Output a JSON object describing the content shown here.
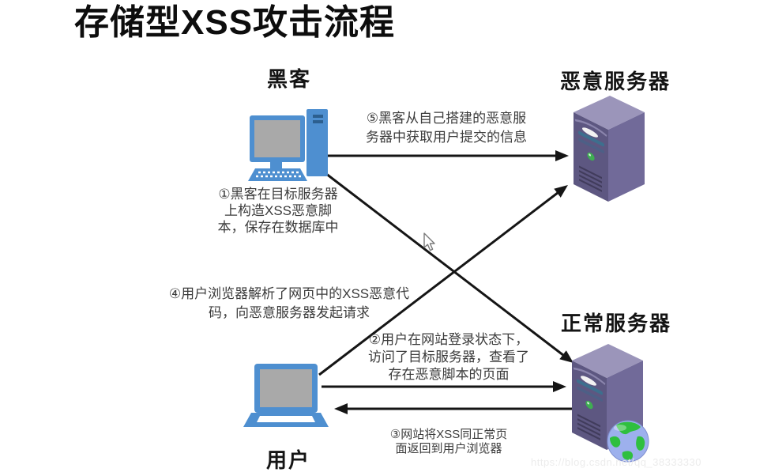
{
  "title": "存储型XSS攻击流程",
  "nodes": {
    "hacker": {
      "label": "黑客",
      "icon": "desktop-computer-icon",
      "color": "#4E8FD0"
    },
    "malicious_server": {
      "label": "恶意服务器",
      "icon": "server-tower-icon",
      "color": "#5D5781"
    },
    "normal_server": {
      "label": "正常服务器",
      "icon": "server-tower-with-globe-icon",
      "color": "#5D5781"
    },
    "user": {
      "label": "用户",
      "icon": "laptop-icon",
      "color": "#4E8FD0"
    }
  },
  "steps": {
    "step1": {
      "text": "①黑客在目标服务器\n上构造XSS恶意脚\n本，保存在数据库中",
      "from": "黑客",
      "to": "正常服务器"
    },
    "step2": {
      "text": "②用户在网站登录状态下，\n访问了目标服务器，查看了\n存在恶意脚本的页面",
      "from": "用户",
      "to": "正常服务器"
    },
    "step3": {
      "text": "③网站将XSS同正常页\n面返回到用户浏览器",
      "from": "正常服务器",
      "to": "用户"
    },
    "step4": {
      "text": "④用户浏览器解析了网页中的XSS恶意代\n码，向恶意服务器发起请求",
      "from": "用户",
      "to": "恶意服务器"
    },
    "step5": {
      "text": "⑤黑客从自己搭建的恶意服\n务器中获取用户提交的信息",
      "from": "黑客",
      "to": "恶意服务器"
    }
  },
  "watermark": "https://blog.csdn.net/qq_38333330",
  "colors": {
    "device_blue": "#4E8FD0",
    "screen_gray": "#A9A9A9",
    "server_front": "#5D5781",
    "server_side": "#716A99",
    "server_top": "#9B95BA",
    "globe_sea": "#9DB0ED",
    "globe_land": "#2FBF3F",
    "arrow_black": "#151515",
    "step_text": "#3B3B3B"
  }
}
